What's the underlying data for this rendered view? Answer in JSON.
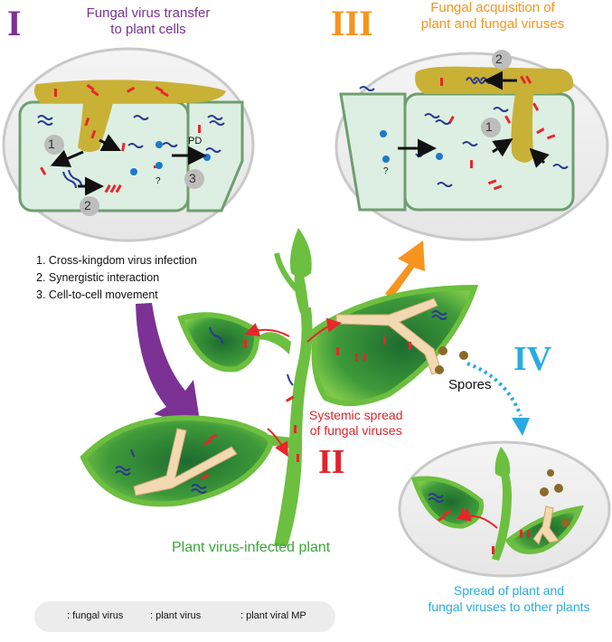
{
  "sections": {
    "I": {
      "numeral": "I",
      "title_line1": "Fungal virus transfer",
      "title_line2": "to plant cells"
    },
    "II": {
      "numeral": "II",
      "label_line1": "Systemic spread",
      "label_line2": "of fungal viruses"
    },
    "III": {
      "numeral": "III",
      "title_line1": "Fungal acquisition of",
      "title_line2": "plant and fungal viruses"
    },
    "IV": {
      "numeral": "IV",
      "spores_label": "Spores",
      "title_line1": "Spread of plant and",
      "title_line2": "fungal viruses to other plants"
    }
  },
  "steps": [
    "1. Cross-kingdom virus infection",
    "2. Synergistic interaction",
    "3. Cell-to-cell movement"
  ],
  "badges": {
    "one": "1",
    "two": "2",
    "three": "3"
  },
  "pd_label": "PD",
  "question_mark": "?",
  "plant_label": "Plant virus-infected plant",
  "legend": {
    "fungal_virus": ": fungal virus",
    "plant_virus": ": plant virus",
    "plant_viral_mp": ": plant viral MP"
  },
  "colors": {
    "section_I": "#7b3294",
    "section_II": "#e0242a",
    "section_III": "#f7941d",
    "section_IV": "#29abe2",
    "plant_green": "#6cbf3f",
    "fungal_yellow": "#c9b136",
    "fungal_virus_red": "#e8262b",
    "plant_virus_blue": "#2b3a8f",
    "viral_mp_blue": "#1f78c8"
  }
}
